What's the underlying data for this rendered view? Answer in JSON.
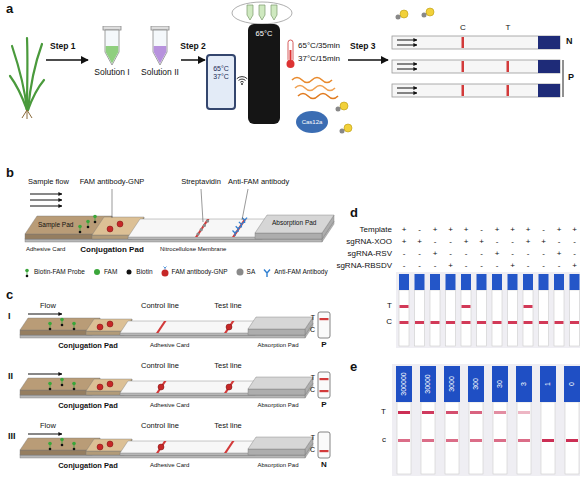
{
  "diagram": {
    "nodes": [
      {
        "text": [
          "Solution I"
        ]
      },
      {
        "text": [
          "Solution II"
        ]
      },
      {
        "text": [
          "65°C",
          "37°C"
        ]
      },
      {
        "text": [
          "65°C"
        ]
      }
    ],
    "edges": [
      {
        "from": 1,
        "to": 2,
        "label": "Step 2",
        "arrow": "to"
      }
    ],
    "labels": [
      "a",
      "Step 1",
      "65°C/35min",
      "37°C/15min",
      "Cas12a",
      "Step 3",
      "C",
      "T",
      "N",
      "P",
      "b",
      "Sample flow",
      "FAM antibody-GNP",
      "Streptavidin",
      "Anti-FAM antibody",
      "Sample Pad",
      "Conjugation Pad",
      "Nitrocellulose Membrane",
      "Adhesive Card",
      "Absorption Pad",
      "c",
      "I",
      "Flow",
      "Control line",
      "Test line",
      "Conjugation Pad",
      "Adhesive Card",
      "Absorption Pad",
      "T",
      "C",
      "P",
      "II",
      "Control line",
      "Test line",
      "Conjugation Pad",
      "Adhesive Card",
      "Absorption Pad",
      "T",
      "C",
      "P",
      "III",
      "Flow",
      "Control line",
      "Test line",
      "Conjugation Pad",
      "Adhesive Card",
      "Absorption Pad",
      "T",
      "C",
      "N",
      "d",
      "Template",
      "sgRNA-XOO",
      "sgRNA-RSV",
      "sgRNA-RBSDV",
      "+",
      "-",
      "+",
      "+",
      "+",
      "-",
      "+",
      "+",
      "+",
      "-",
      "+",
      "+",
      "+",
      "+",
      "-",
      "-",
      "+",
      "+",
      "-",
      "-",
      "+",
      "+",
      "-",
      "-",
      "-",
      "-",
      "+",
      "-",
      "-",
      "-",
      "+",
      "-",
      "-",
      "-",
      "+",
      "-",
      "-",
      "-",
      "-",
      "+",
      "-",
      "-",
      "-",
      "+",
      "-",
      "-",
      "-",
      "+",
      "T",
      "C",
      "e",
      "300000",
      "30000",
      "3000",
      "300",
      "30",
      "3",
      "1",
      "0",
      "T",
      "c"
    ],
    "legend": [
      {
        "text": "Biotin-FAM Probe"
      },
      {
        "text": "FAM"
      },
      {
        "text": "Biotin"
      },
      {
        "text": "FAM antibody-GNP"
      },
      {
        "text": "SA"
      },
      {
        "text": "Anti-FAM Antibody"
      }
    ]
  }
}
